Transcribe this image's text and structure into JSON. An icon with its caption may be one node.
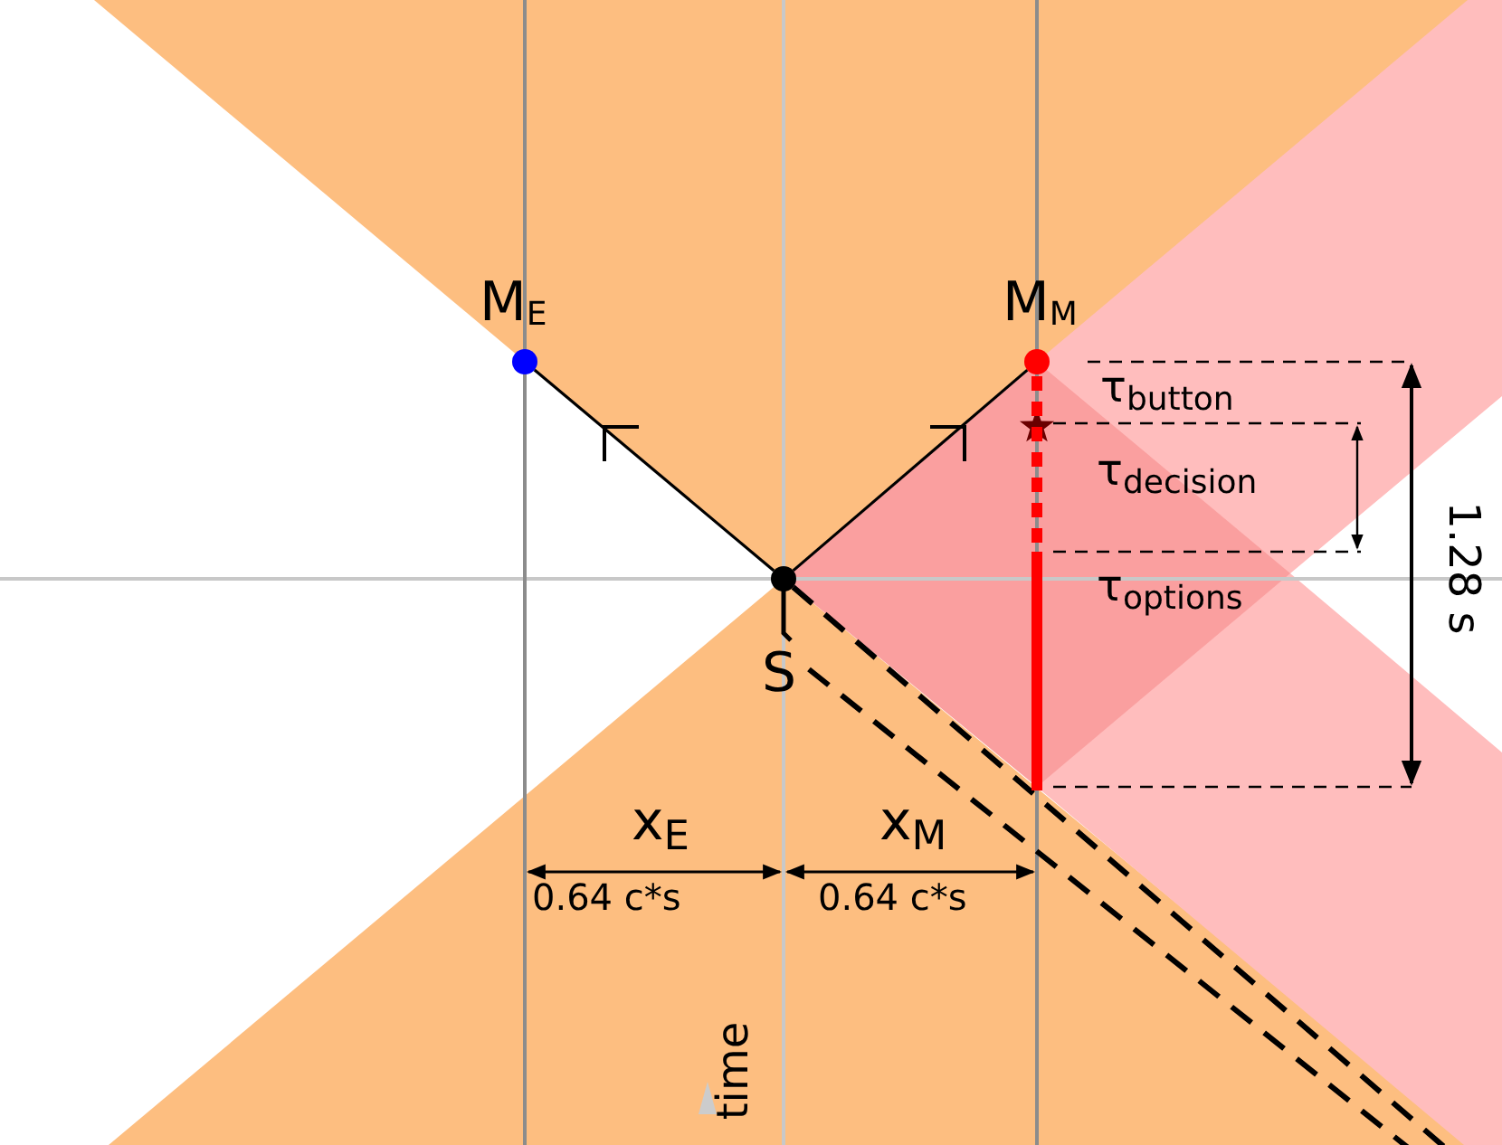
{
  "diagram": {
    "nodes": [
      {
        "text": [
          "M$_{E}$"
        ]
      },
      {
        "text": [
          "M$_{M}$"
        ]
      },
      {
        "text": [
          "S"
        ]
      },
      {
        "text": [],
        "shape": "bar"
      }
    ],
    "edges": [
      {
        "from": 0,
        "to": 2,
        "arrow": "none"
      },
      {
        "from": 2,
        "to": 1,
        "arrow": "none"
      },
      {
        "from": 2,
        "to": null,
        "arrow": "none",
        "style": "dashed"
      },
      {
        "from": 2,
        "to": null,
        "arrow": "none",
        "style": "dashed"
      }
    ],
    "labels": [
      "τ$_{button}$",
      "τ$_{decision}$",
      "τ$_{options}$",
      "1.28 s",
      "x$_{E}$",
      "x$_{M}$",
      "0.64 c*s",
      "0.64 c*s",
      "time"
    ]
  }
}
